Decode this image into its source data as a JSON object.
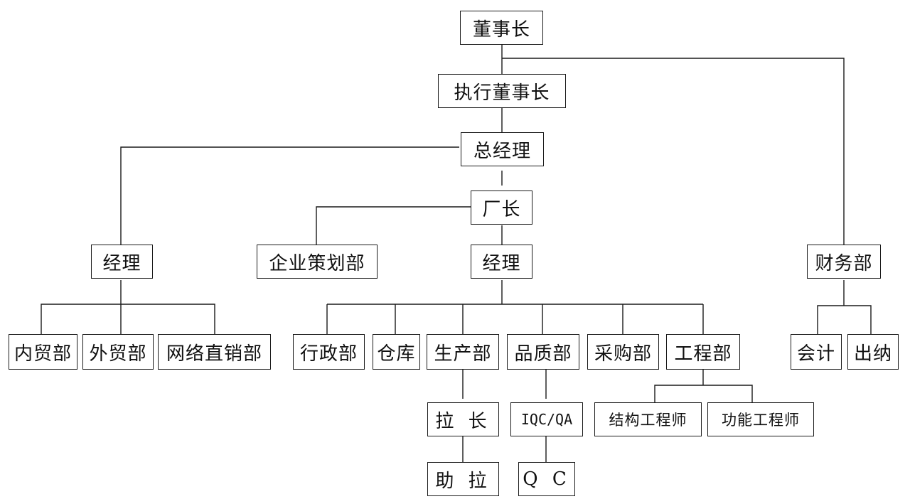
{
  "org_chart": {
    "chairman": "董事长",
    "executive_chairman": "执行董事长",
    "general_manager": "总经理",
    "factory_director": "厂长",
    "sales_manager": "经理",
    "planning_dept": "企业策划部",
    "production_manager": "经理",
    "finance_dept": "财务部",
    "sales_depts": [
      "内贸部",
      "外贸部",
      "网络直销部"
    ],
    "production_depts": [
      "行政部",
      "仓库",
      "生产部",
      "品质部",
      "采购部",
      "工程部"
    ],
    "finance_subs": [
      "会计",
      "出纳"
    ],
    "production_subs": [
      "拉 长",
      "助 拉"
    ],
    "quality_subs": [
      "IQC/QA",
      "Q C"
    ],
    "engineering_subs": [
      "结构工程师",
      "功能工程师"
    ]
  }
}
